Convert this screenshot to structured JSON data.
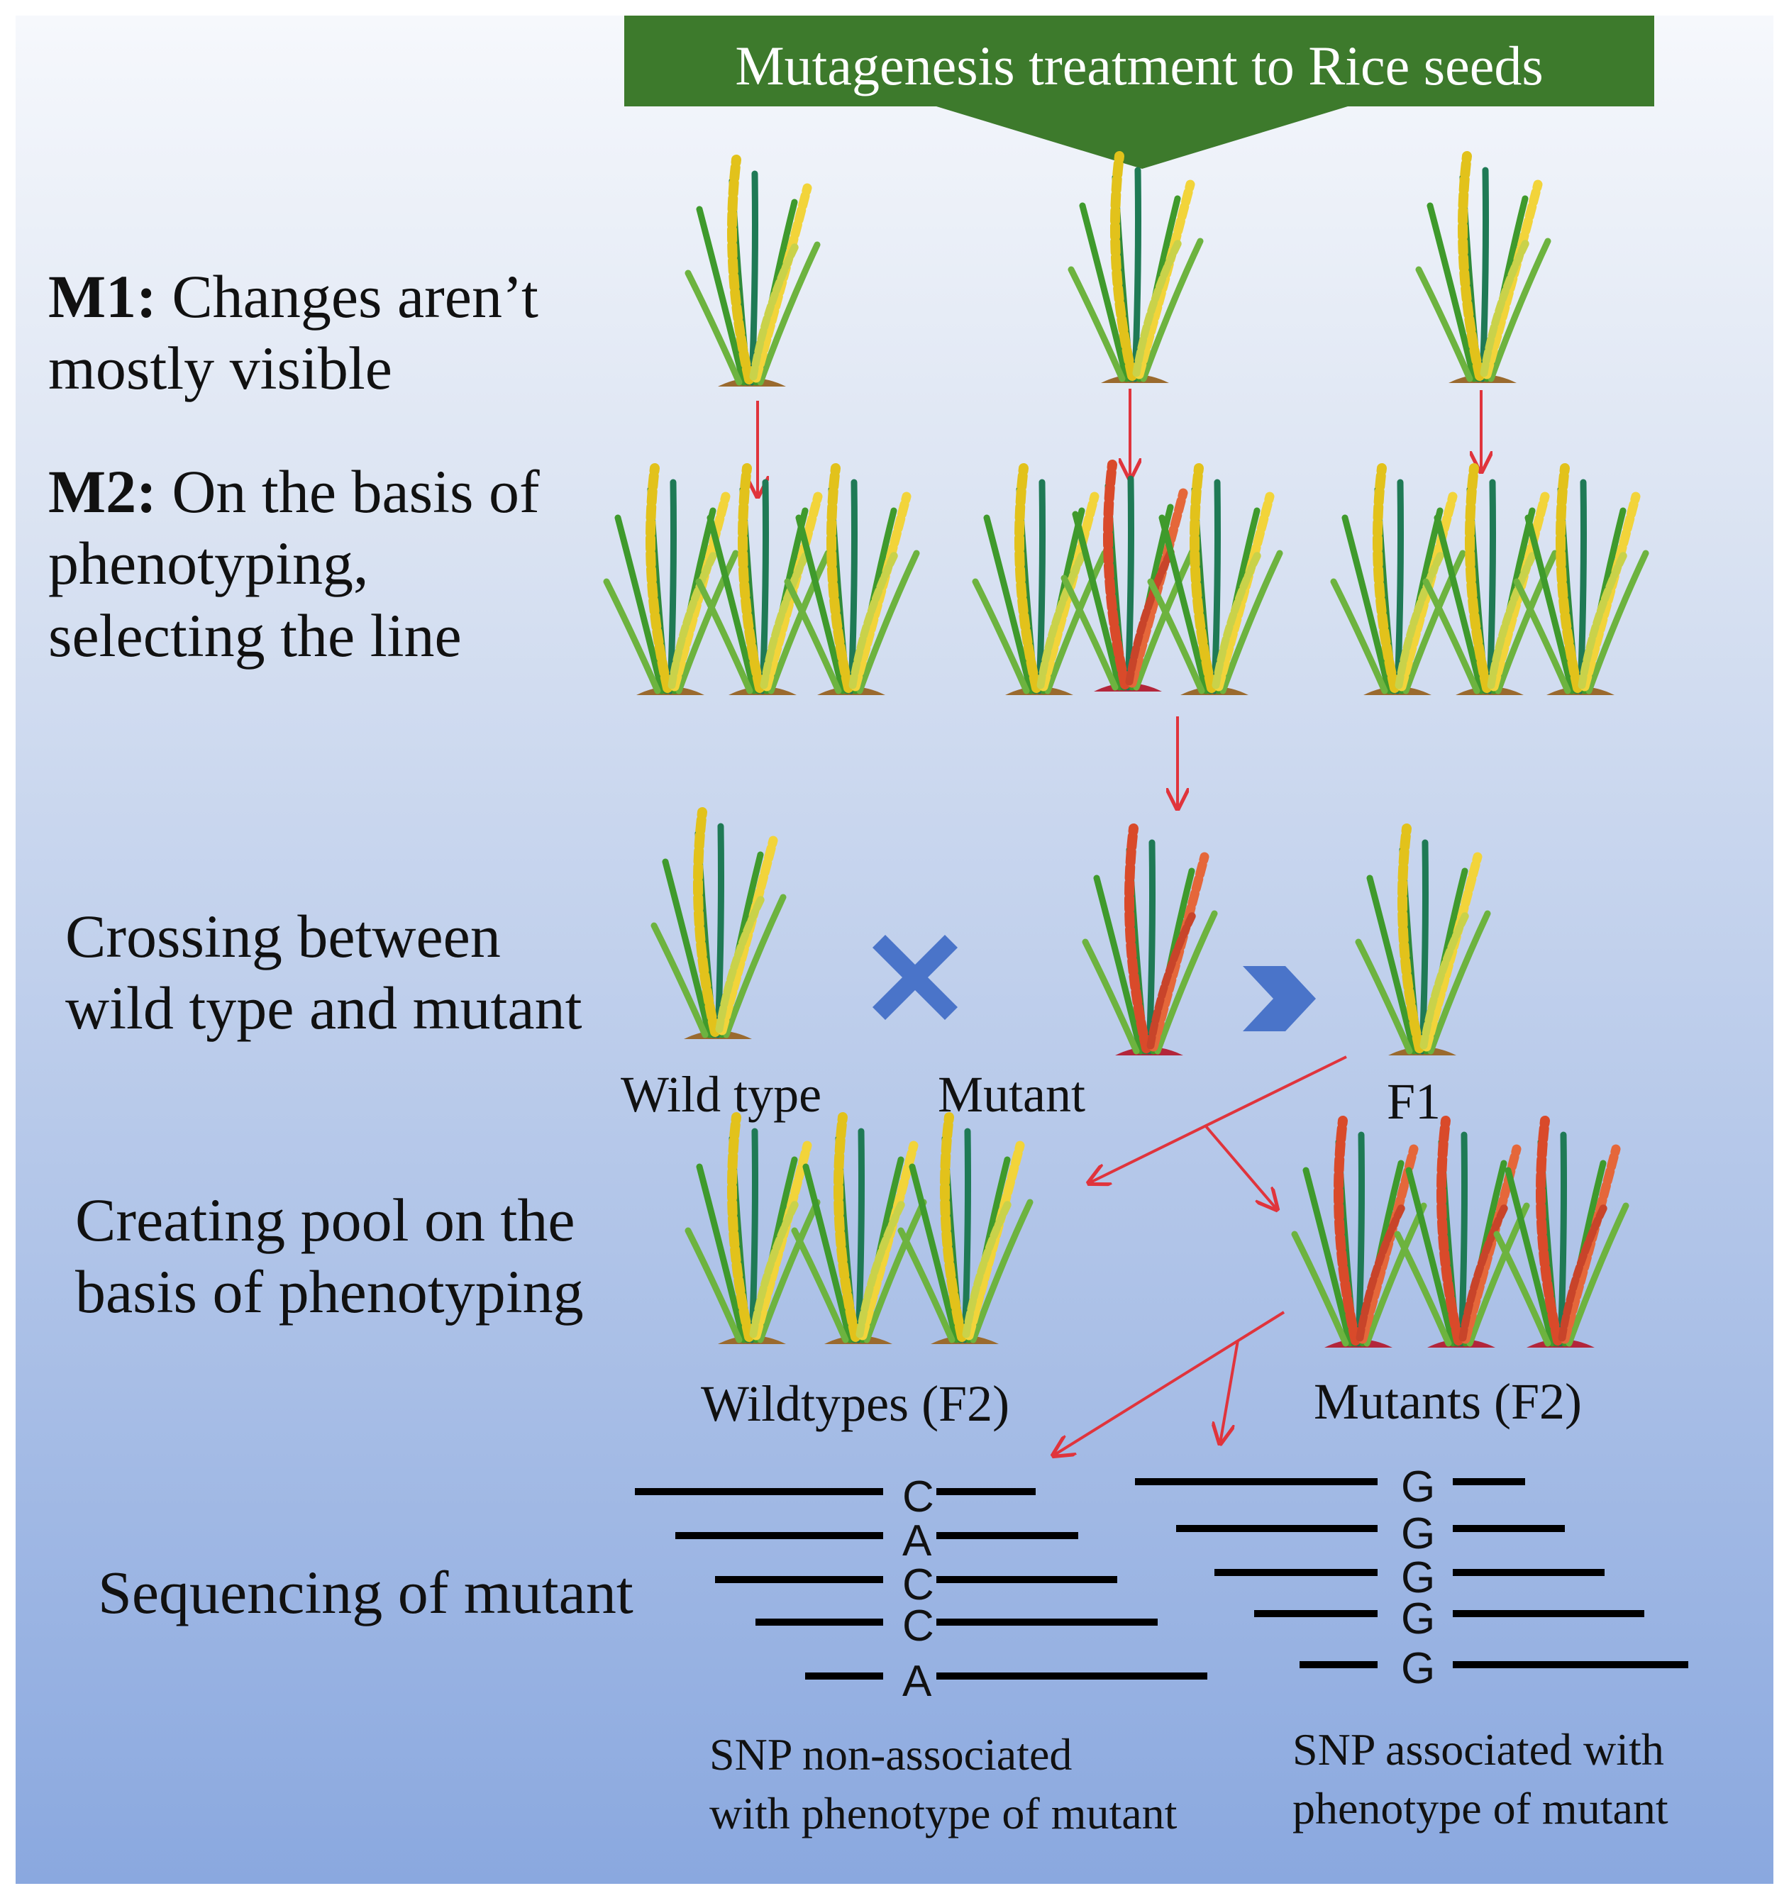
{
  "colors": {
    "banner": "#3d7a2c",
    "arrow": "#e0343c",
    "cross": "#4a74c9",
    "background_top": "#f6f8fc",
    "background_bottom": "#8aa8df"
  },
  "banner": {
    "text": "Mutagenesis treatment to Rice seeds"
  },
  "steps": {
    "m1": {
      "label": "M1:",
      "line1": "Changes aren’t",
      "line2": "mostly visible"
    },
    "m2": {
      "label": "M2:",
      "line1": "On the basis of",
      "line2": "phenotyping,",
      "line3": "selecting the line"
    },
    "crossing": {
      "line1": "Crossing between",
      "line2": "wild type and mutant"
    },
    "pool": {
      "line1": "Creating pool on the",
      "line2": "basis of phenotyping"
    },
    "sequencing": {
      "line1": "Sequencing of mutant"
    }
  },
  "plant_labels": {
    "wild_type": "Wild type",
    "mutant": "Mutant",
    "f1": "F1",
    "wildtypes_f2": "Wildtypes  (F2)",
    "mutants_f2": "Mutants (F2)"
  },
  "icons": {
    "cross": "cross-icon",
    "chevron": "chevron-right-icon",
    "wild_plant": "rice-plant-icon",
    "mutant_plant": "mutant-rice-plant-icon"
  },
  "reads_left": {
    "bases": [
      "C",
      "A",
      "C",
      "C",
      "A"
    ]
  },
  "reads_right": {
    "bases": [
      "G",
      "G",
      "G",
      "G",
      "G"
    ]
  },
  "snp": {
    "left": {
      "line1": "SNP non-associated",
      "line2": "with  phenotype of mutant"
    },
    "right": {
      "line1": "SNP associated with",
      "line2": "phenotype of mutant"
    }
  }
}
